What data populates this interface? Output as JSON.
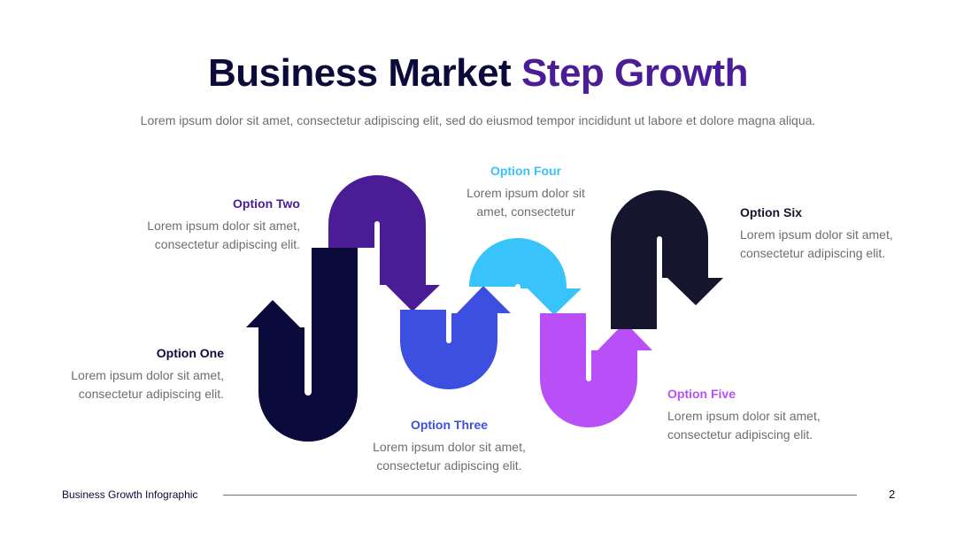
{
  "title": {
    "part1": "Business Market",
    "part2": "Step Growth"
  },
  "subtitle": "Lorem ipsum dolor sit amet, consectetur adipiscing elit, sed do eiusmod tempor incididunt ut labore et dolore magna aliqua.",
  "colors": {
    "navy": "#0b0b3b",
    "purple": "#4a1c96",
    "blue": "#3d4fe0",
    "sky": "#38c3fb",
    "violet": "#b94ff7",
    "dark": "#15152e"
  },
  "options": [
    {
      "heading": "Option One",
      "line1": "Lorem ipsum dolor sit amet,",
      "line2": "consectetur adipiscing elit."
    },
    {
      "heading": "Option Two",
      "line1": "Lorem ipsum dolor sit amet,",
      "line2": "consectetur adipiscing elit."
    },
    {
      "heading": "Option Three",
      "line1": "Lorem ipsum dolor sit amet,",
      "line2": "consectetur adipiscing elit."
    },
    {
      "heading": "Option Four",
      "line1": "Lorem ipsum dolor sit",
      "line2": "amet, consectetur"
    },
    {
      "heading": "Option Five",
      "line1": "Lorem ipsum dolor sit amet,",
      "line2": "consectetur adipiscing elit."
    },
    {
      "heading": "Option Six",
      "line1": "Lorem ipsum dolor sit amet,",
      "line2": "consectetur adipiscing elit."
    }
  ],
  "footer": {
    "label": "Business Growth Infographic",
    "page": "2"
  }
}
